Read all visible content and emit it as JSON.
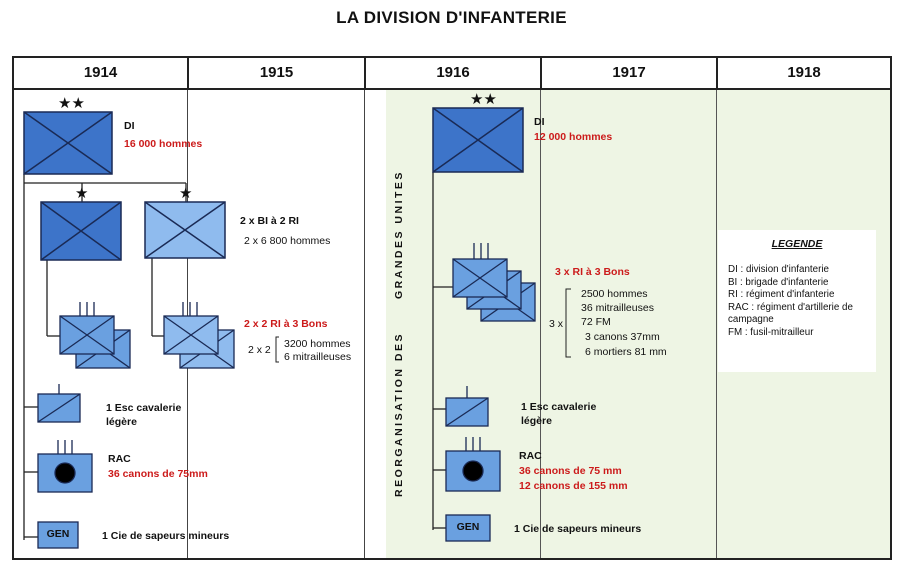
{
  "title": "LA DIVISION D'INFANTERIE",
  "colors": {
    "dark_blue": "#3d74c9",
    "light_blue": "#8fbbee",
    "mid_blue": "#6aa0e0",
    "red": "#cc1b1b",
    "green_bg": "#eef5e4"
  },
  "years": [
    "1914",
    "1915",
    "1916",
    "1917",
    "1918"
  ],
  "vertical_label": {
    "line1": "GRANDES UNITES",
    "line2": "REORGANISATION DES"
  },
  "left": {
    "di_label": "DI",
    "di_men": "16 000 hommes",
    "bi_label": "2 x BI à 2 RI",
    "bi_men": "2 x 6 800 hommes",
    "ri_label": "2 x 2 RI à 3 Bons",
    "ri_mult": "2 x 2",
    "ri_details": [
      "3200 hommes",
      "6 mitrailleuses"
    ],
    "cav_lines": [
      "1 Esc cavalerie",
      "légère"
    ],
    "rac_label": "RAC",
    "rac_guns": "36 canons de 75mm",
    "gen_box": "GEN",
    "gen_text": "1 Cie de sapeurs mineurs"
  },
  "right": {
    "di_label": "DI",
    "di_men": "12 000 hommes",
    "ri_label": "3 x RI à 3 Bons",
    "ri_mult": "3 x",
    "ri_details": [
      "2500 hommes",
      "36 mitrailleuses",
      "72 FM",
      "3 canons 37mm",
      "6 mortiers 81 mm"
    ],
    "cav_lines": [
      "1 Esc cavalerie",
      "légère"
    ],
    "rac_label": "RAC",
    "rac_guns": [
      "36 canons de 75 mm",
      "12 canons de 155 mm"
    ],
    "gen_box": "GEN",
    "gen_text": "1 Cie de sapeurs mineurs"
  },
  "legend": {
    "title": "LEGENDE",
    "items": [
      "DI : division d'infanterie",
      "BI : brigade d'infanterie",
      "RI : régiment d'infanterie",
      "RAC : régiment d'artillerie de",
      "campagne",
      "FM : fusil-mitrailleur"
    ]
  }
}
